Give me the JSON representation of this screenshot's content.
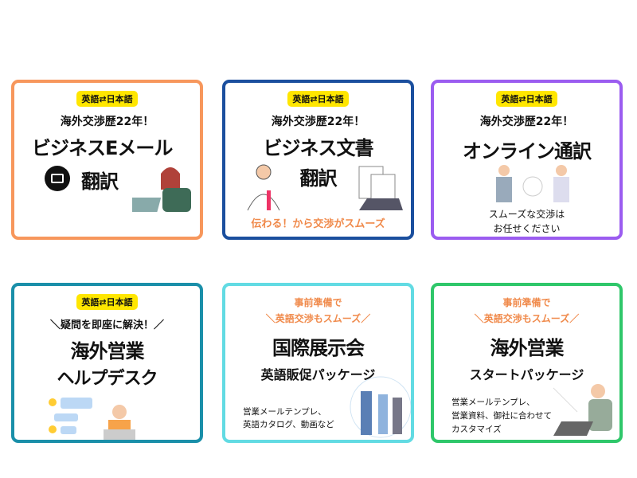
{
  "cards": [
    {
      "badge": "英語⇄日本語",
      "headline": "海外交渉歴22年！",
      "title1": "ビジネスEメール",
      "title2": "翻訳",
      "icon": "mail-icon",
      "border": "#f7975c"
    },
    {
      "badge": "英語⇄日本語",
      "headline": "海外交渉歴22年！",
      "title1": "ビジネス文書",
      "title2": "翻訳",
      "tagline": "伝わる！から交渉がスムーズ",
      "border": "#1b4f9e"
    },
    {
      "badge": "英語⇄日本語",
      "headline": "海外交渉歴22年！",
      "title1": "オンライン通訳",
      "note1": "スムーズな交渉は",
      "note2": "お任せください",
      "border": "#9b5cf0"
    },
    {
      "badge": "英語⇄日本語",
      "headline": "＼疑問を即座に解決！／",
      "title1": "海外営業",
      "title2": "ヘルプデスク",
      "border": "#1a8fa9"
    },
    {
      "pre1": "事前準備で",
      "pre2": "＼英語交渉もスムーズ／",
      "title1": "国際展示会",
      "title2": "英語販促パッケージ",
      "note1": "営業メールテンプレ、",
      "note2": "英語カタログ、動画など",
      "border": "#62dbe3"
    },
    {
      "pre1": "事前準備で",
      "pre2": "＼英語交渉もスムーズ／",
      "title1": "海外営業",
      "title2": "スタートパッケージ",
      "note1": "営業メールテンプレ、",
      "note2": "営業資料、御社に合わせて",
      "note3": "カスタマイズ",
      "border": "#2fc76a"
    }
  ],
  "colors": {
    "accent_orange": "#f08a4b",
    "badge_yellow": "#ffe600"
  }
}
